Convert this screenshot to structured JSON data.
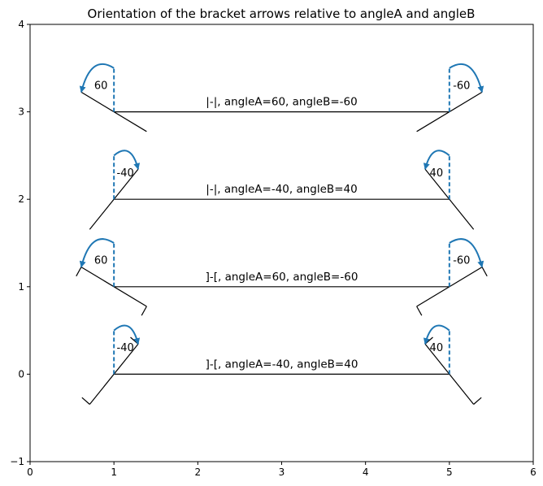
{
  "chart_data": {
    "type": "annotated-plot",
    "title": "Orientation of the bracket arrows relative to angleA and angleB",
    "xlabel": "",
    "ylabel": "",
    "xlim": [
      0,
      6
    ],
    "ylim": [
      -1,
      4
    ],
    "xticks": [
      0,
      1,
      2,
      3,
      4,
      5,
      6
    ],
    "yticks": [
      -1,
      0,
      1,
      2,
      3,
      4
    ],
    "grid": false,
    "colors": {
      "axes": "#000000",
      "angle_marker": "#1f77b4",
      "text": "#000000"
    },
    "connector": {
      "x_start": 1,
      "x_end": 5,
      "bracket_length": 0.9,
      "hook_length": 0.12
    },
    "rows": [
      {
        "y": 3,
        "style": "|-|",
        "angleA": 60,
        "angleB": -60,
        "label": "|-|, angleA=60, angleB=-60",
        "labelA": "60",
        "labelB": "-60"
      },
      {
        "y": 2,
        "style": "|-|",
        "angleA": -40,
        "angleB": 40,
        "label": "|-|, angleA=-40, angleB=40",
        "labelA": "-40",
        "labelB": "40"
      },
      {
        "y": 1,
        "style": "]-[",
        "angleA": 60,
        "angleB": -60,
        "label": "]-[, angleA=60, angleB=-60",
        "labelA": "60",
        "labelB": "-60"
      },
      {
        "y": 0,
        "style": "]-[",
        "angleA": -40,
        "angleB": 40,
        "label": "]-[, angleA=-40, angleB=40",
        "labelA": "-40",
        "labelB": "40"
      }
    ]
  }
}
